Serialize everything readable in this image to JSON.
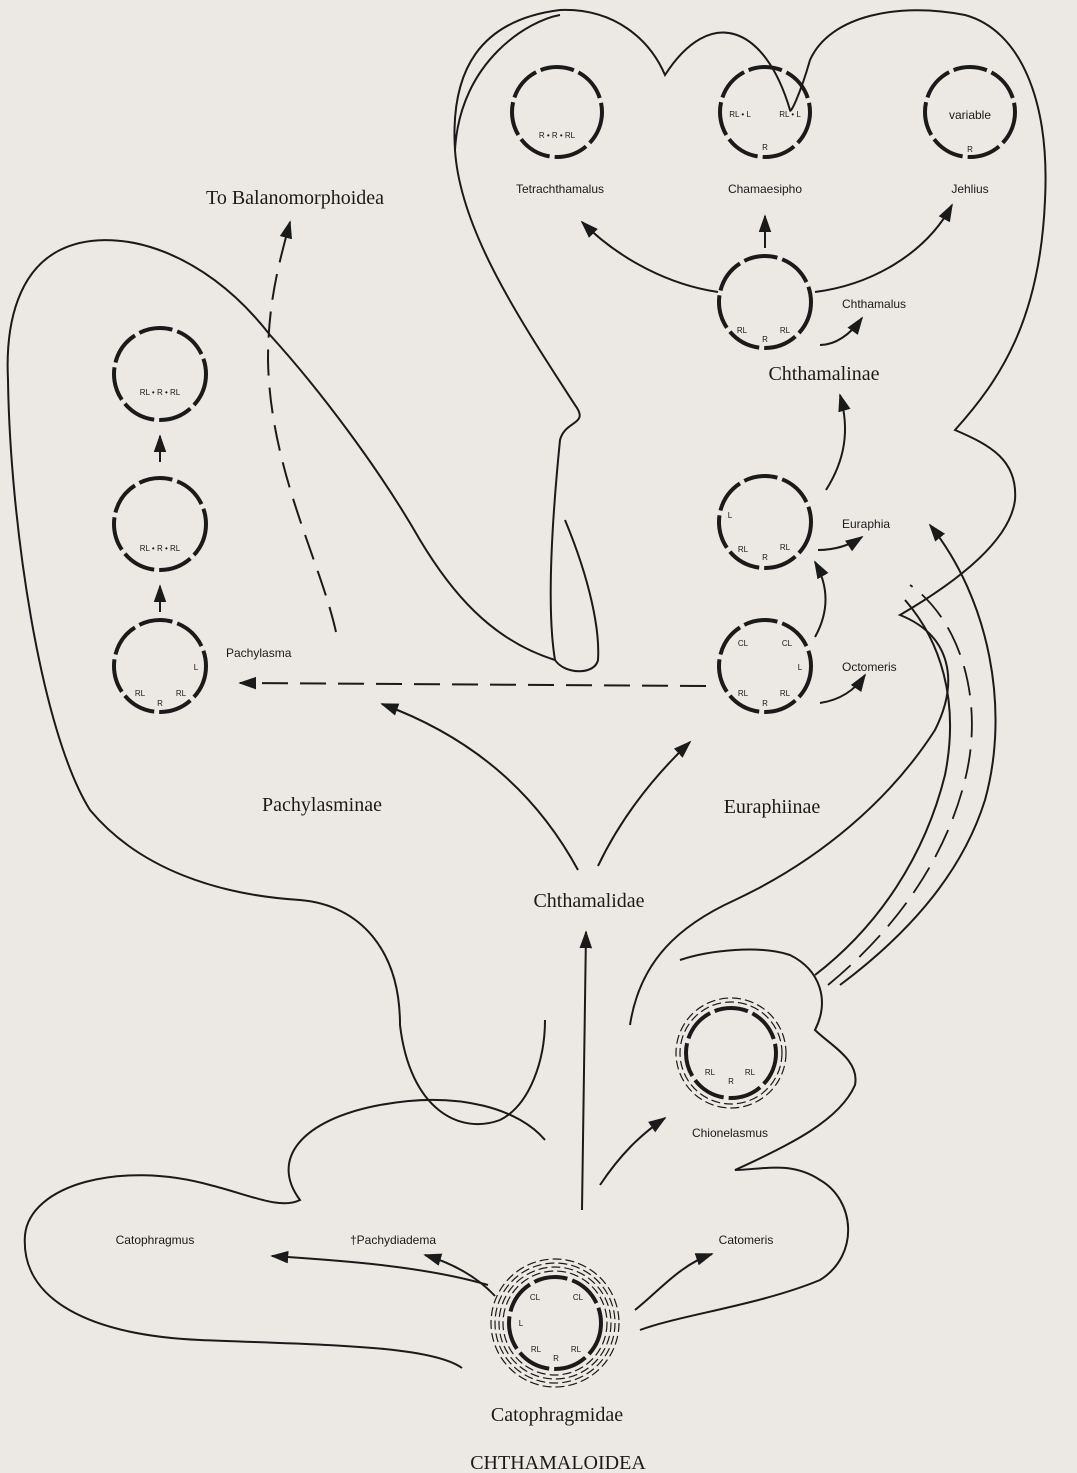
{
  "figure": {
    "superfamily": "CHTHAMALOIDEA",
    "families": {
      "catophragmidae": "Catophragmidae",
      "chthamalidae": "Chthamalidae"
    },
    "subfamilies": {
      "pachylasminae": "Pachylasminae",
      "euraphiinae": "Euraphiinae",
      "chthamalinae": "Chthamalinae"
    },
    "external": "To Balanomorphoidea",
    "genera": {
      "catophragmus": "Catophragmus",
      "pachydiadema": "†Pachydiadema",
      "catomeris": "Catomeris",
      "chionelasmus": "Chionelasmus",
      "pachylasma": "Pachylasma",
      "octomeris": "Octomeris",
      "euraphia": "Euraphia",
      "chthamalus": "Chthamalus",
      "tetrachthamalus": "Tetrachthamalus",
      "chamaesipho": "Chamaesipho",
      "jehlius": "Jehlius"
    },
    "plates": {
      "cl": "CL",
      "l": "L",
      "rl": "RL",
      "r": "R",
      "rl_r_rl": "RL • R • RL",
      "rl_l": "RL • L",
      "r_r_rl": "R • R • RL",
      "variable": "variable"
    }
  }
}
